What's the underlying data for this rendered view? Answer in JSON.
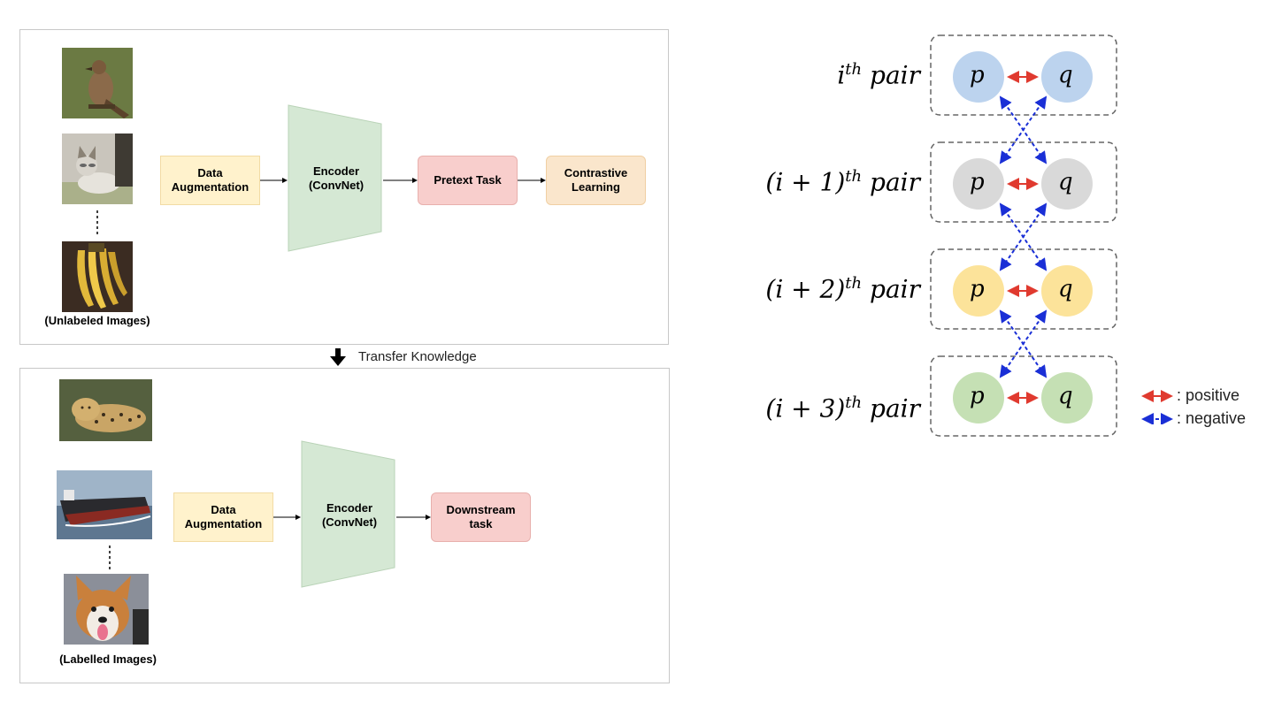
{
  "pretraining": {
    "caption": "(Unlabeled Images)",
    "images": [
      "bird-photo",
      "cat-photo",
      "bananas-photo"
    ],
    "boxes": {
      "augmentation": "Data\nAugmentation",
      "encoder": "Encoder\n(ConvNet)",
      "pretext": "Pretext Task",
      "contrastive": "Contrastive\nLearning"
    }
  },
  "transfer": {
    "label": "Transfer Knowledge"
  },
  "finetune": {
    "caption": "(Labelled Images)",
    "images": [
      "leopard-photo",
      "ship-photo",
      "dog-photo"
    ],
    "boxes": {
      "augmentation": "Data\nAugmentation",
      "encoder": "Encoder\n(ConvNet)",
      "downstream": "Downstream\ntask"
    }
  },
  "pairs": {
    "items": [
      {
        "prefix": "i",
        "sup": "th",
        "suffix": "pair",
        "color": "#bcd3ee"
      },
      {
        "prefix": "(i + 1)",
        "sup": "th",
        "suffix": "pair",
        "color": "#d9d9d9"
      },
      {
        "prefix": "(i + 2)",
        "sup": "th",
        "suffix": "pair",
        "color": "#fce39a"
      },
      {
        "prefix": "(i + 3)",
        "sup": "th",
        "suffix": "pair",
        "color": "#c5e0b4"
      }
    ],
    "node_left": "p",
    "node_right": "q",
    "positive_color": "#e03a2f",
    "negative_color": "#1a2fd6"
  },
  "legend": {
    "positive": ": positive",
    "negative": ": negative"
  },
  "colors": {
    "encoder": "#d5e8d4",
    "augmentation": "#fff2cc",
    "pretext": "#f8cecc",
    "contrastive": "#fae6cc"
  }
}
